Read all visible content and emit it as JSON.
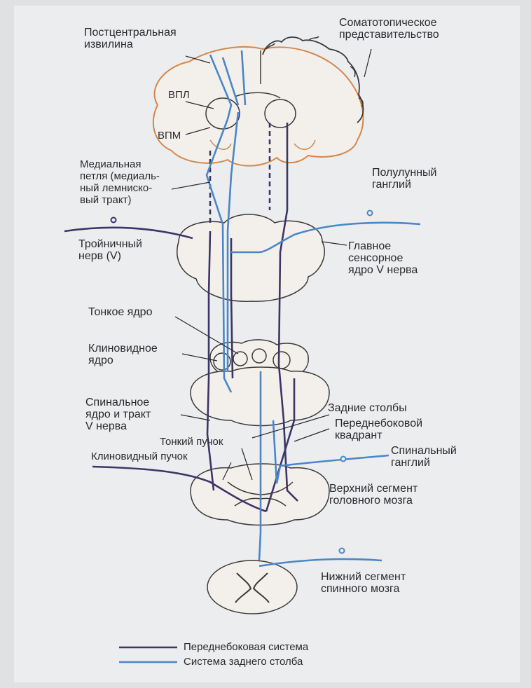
{
  "labels": {
    "postcentral": "Постцентральная\nизвилина",
    "somatotopic": "Соматотопическое\nпредставительство",
    "vpl": "ВПЛ",
    "vpm": "ВПМ",
    "medial_lemniscus": "Медиальная\nпетля (медиаль-\nный лемниско-\nвый тракт)",
    "semilunar": "Полулунный\nганглий",
    "trigeminal": "Тройничный\nнерв (V)",
    "main_sensory": "Главное\nсенсорное\nядро V нерва",
    "gracile_nucleus": "Тонкое ядро",
    "cuneate_nucleus": "Клиновидное\nядро",
    "spinal_trigeminal": "Спинальное\nядро и тракт\nV нерва",
    "dorsal_columns": "Задние столбы",
    "anterolateral_quadrant": "Переднебоковой\nквадрант",
    "fasciculus_gracilis": "Тонкий пучок",
    "fasciculus_cuneatus": "Клиновидный пучок",
    "spinal_ganglion": "Спинальный\nганглий",
    "upper_segment": "Верхний сегмент\nголовного мозга",
    "lower_segment": "Нижний сегмент\nспинного мозга"
  },
  "legend": [
    {
      "label": "Переднебоковая система",
      "color": "#3d3566"
    },
    {
      "label": "Система заднего столба",
      "color": "#4a86c8"
    }
  ],
  "colors": {
    "anterolateral": "#3d3566",
    "dorsal_column": "#4a86c8",
    "brain_outline": "#d4874a",
    "structure_outline": "#3a3a3a"
  }
}
